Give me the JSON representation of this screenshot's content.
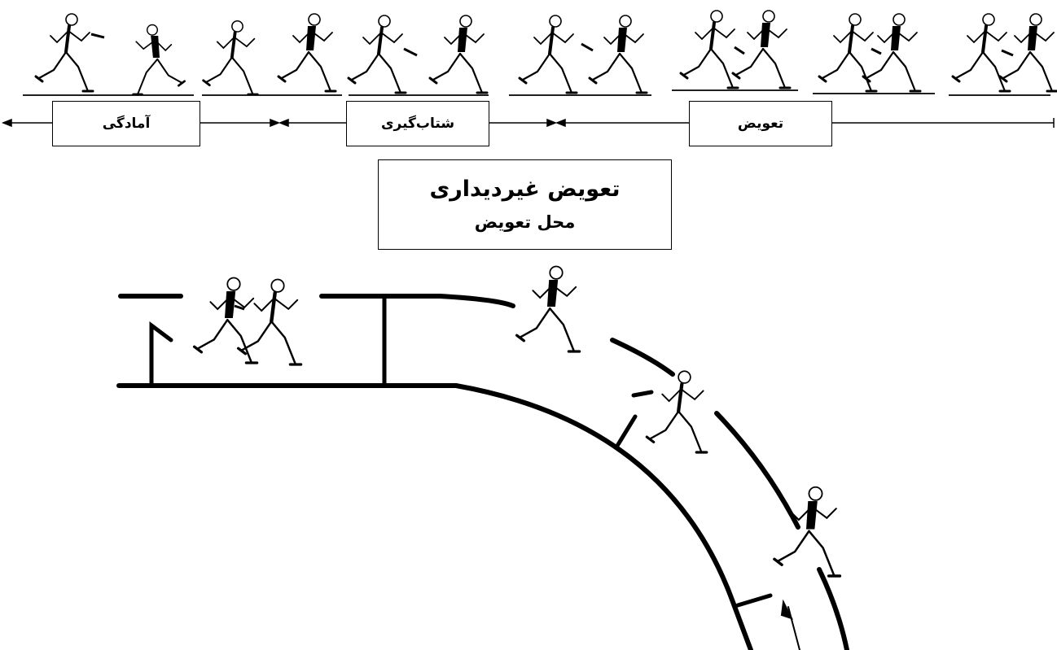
{
  "phases": {
    "preparation": "آمادگی",
    "acceleration": "شتاب‌گیری",
    "exchange": "تعویض"
  },
  "title": {
    "main": "تعویض غیردیداری",
    "sub": "محل تعویض"
  },
  "colors": {
    "ink": "#000000",
    "background": "#ffffff"
  },
  "icons": [
    "runner-figure",
    "baton",
    "arrow-left",
    "arrow-right",
    "direction-arrow"
  ]
}
